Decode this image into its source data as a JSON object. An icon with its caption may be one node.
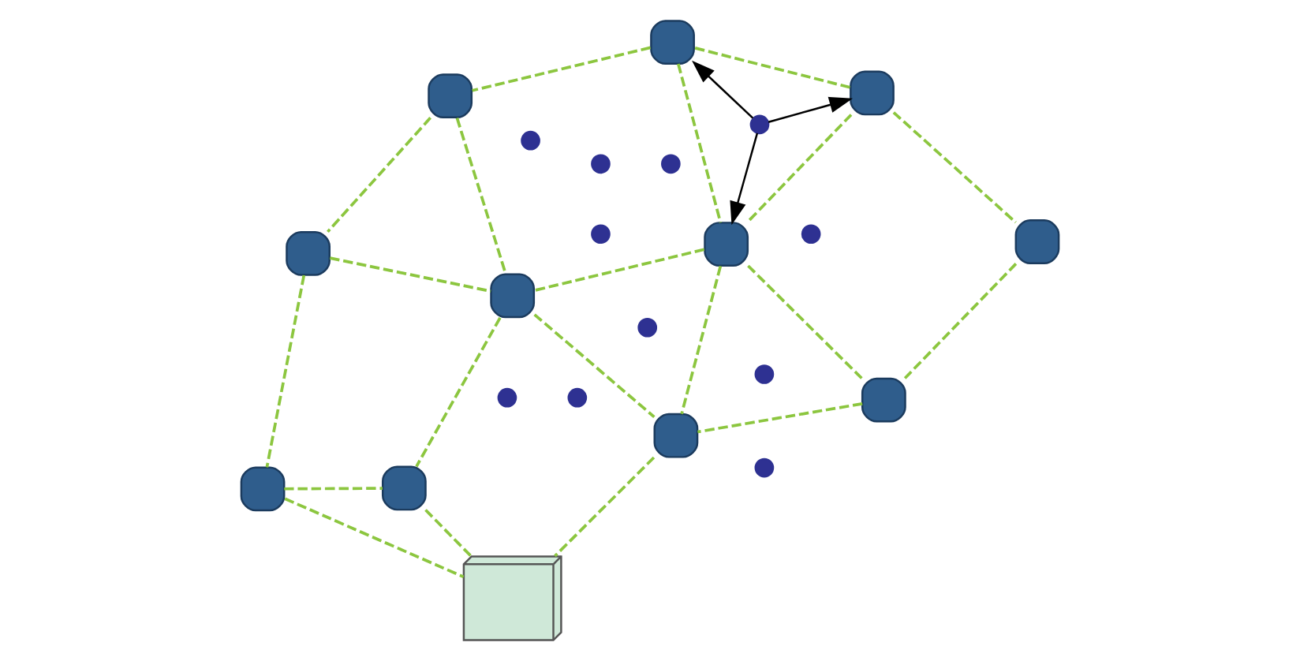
{
  "diagram": {
    "nodes": [
      {
        "text": [],
        "shape": "box"
      },
      {
        "text": [],
        "shape": "box"
      },
      {
        "text": [],
        "shape": "box"
      },
      {
        "text": [],
        "shape": "circle"
      },
      {
        "text": [],
        "shape": "circle"
      },
      {
        "text": [],
        "shape": "box"
      },
      {
        "text": [],
        "shape": "circle"
      },
      {
        "text": [],
        "shape": "circle"
      },
      {
        "text": [],
        "shape": "circle"
      },
      {
        "text": [],
        "shape": "circle"
      },
      {
        "text": [],
        "shape": "box"
      },
      {
        "text": [],
        "shape": "circle"
      },
      {
        "text": [],
        "shape": "box"
      },
      {
        "text": [],
        "shape": "circle"
      },
      {
        "text": [],
        "shape": "box"
      },
      {
        "text": [],
        "shape": "circle"
      },
      {
        "text": [],
        "shape": "circle"
      },
      {
        "text": [],
        "shape": "box"
      },
      {
        "text": [],
        "shape": "circle"
      },
      {
        "text": [],
        "shape": "computer"
      },
      {
        "text": [],
        "shape": "box"
      },
      {
        "text": [],
        "shape": "box"
      },
      {
        "text": [],
        "shape": "box"
      }
    ],
    "edges": [
      {
        "from": 5,
        "to": 2,
        "arrow": "none",
        "style": "dashed"
      },
      {
        "from": 2,
        "to": 0,
        "arrow": "none",
        "style": "dashed"
      },
      {
        "from": 0,
        "to": 1,
        "arrow": "none",
        "style": "dashed"
      },
      {
        "from": 0,
        "to": 12,
        "arrow": "none",
        "style": "dashed"
      },
      {
        "from": 1,
        "to": 12,
        "arrow": "none",
        "style": "dashed"
      },
      {
        "from": 1,
        "to": 10,
        "arrow": "none",
        "style": "dashed"
      },
      {
        "from": 5,
        "to": 14,
        "arrow": "none",
        "style": "dashed"
      },
      {
        "from": 2,
        "to": 14,
        "arrow": "none",
        "style": "dashed"
      },
      {
        "from": 14,
        "to": 12,
        "arrow": "none",
        "style": "dashed"
      },
      {
        "from": 5,
        "to": 20,
        "arrow": "none",
        "style": "dashed"
      },
      {
        "from": 14,
        "to": 22,
        "arrow": "none",
        "style": "dashed"
      },
      {
        "from": 14,
        "to": 21,
        "arrow": "none",
        "style": "dashed"
      },
      {
        "from": 12,
        "to": 21,
        "arrow": "none",
        "style": "dashed"
      },
      {
        "from": 12,
        "to": 17,
        "arrow": "none",
        "style": "dashed"
      },
      {
        "from": 10,
        "to": 17,
        "arrow": "none",
        "style": "dashed"
      },
      {
        "from": 10,
        "to": 19,
        "arrow": "none",
        "style": "dashed"
      },
      {
        "from": 17,
        "to": 19,
        "arrow": "none",
        "style": "dashed"
      },
      {
        "from": 20,
        "to": 22,
        "arrow": "none",
        "style": "dashed"
      },
      {
        "from": 22,
        "to": 21,
        "arrow": "none",
        "style": "dashed"
      },
      {
        "from": 21,
        "to": 19,
        "arrow": "none",
        "style": "dashed"
      },
      {
        "from": 6,
        "to": 5,
        "arrow": "to",
        "color": "#000000"
      },
      {
        "from": 6,
        "to": 2,
        "arrow": "to",
        "color": "#000000"
      },
      {
        "from": 6,
        "to": 14,
        "arrow": "to",
        "color": "#000000"
      }
    ]
  }
}
